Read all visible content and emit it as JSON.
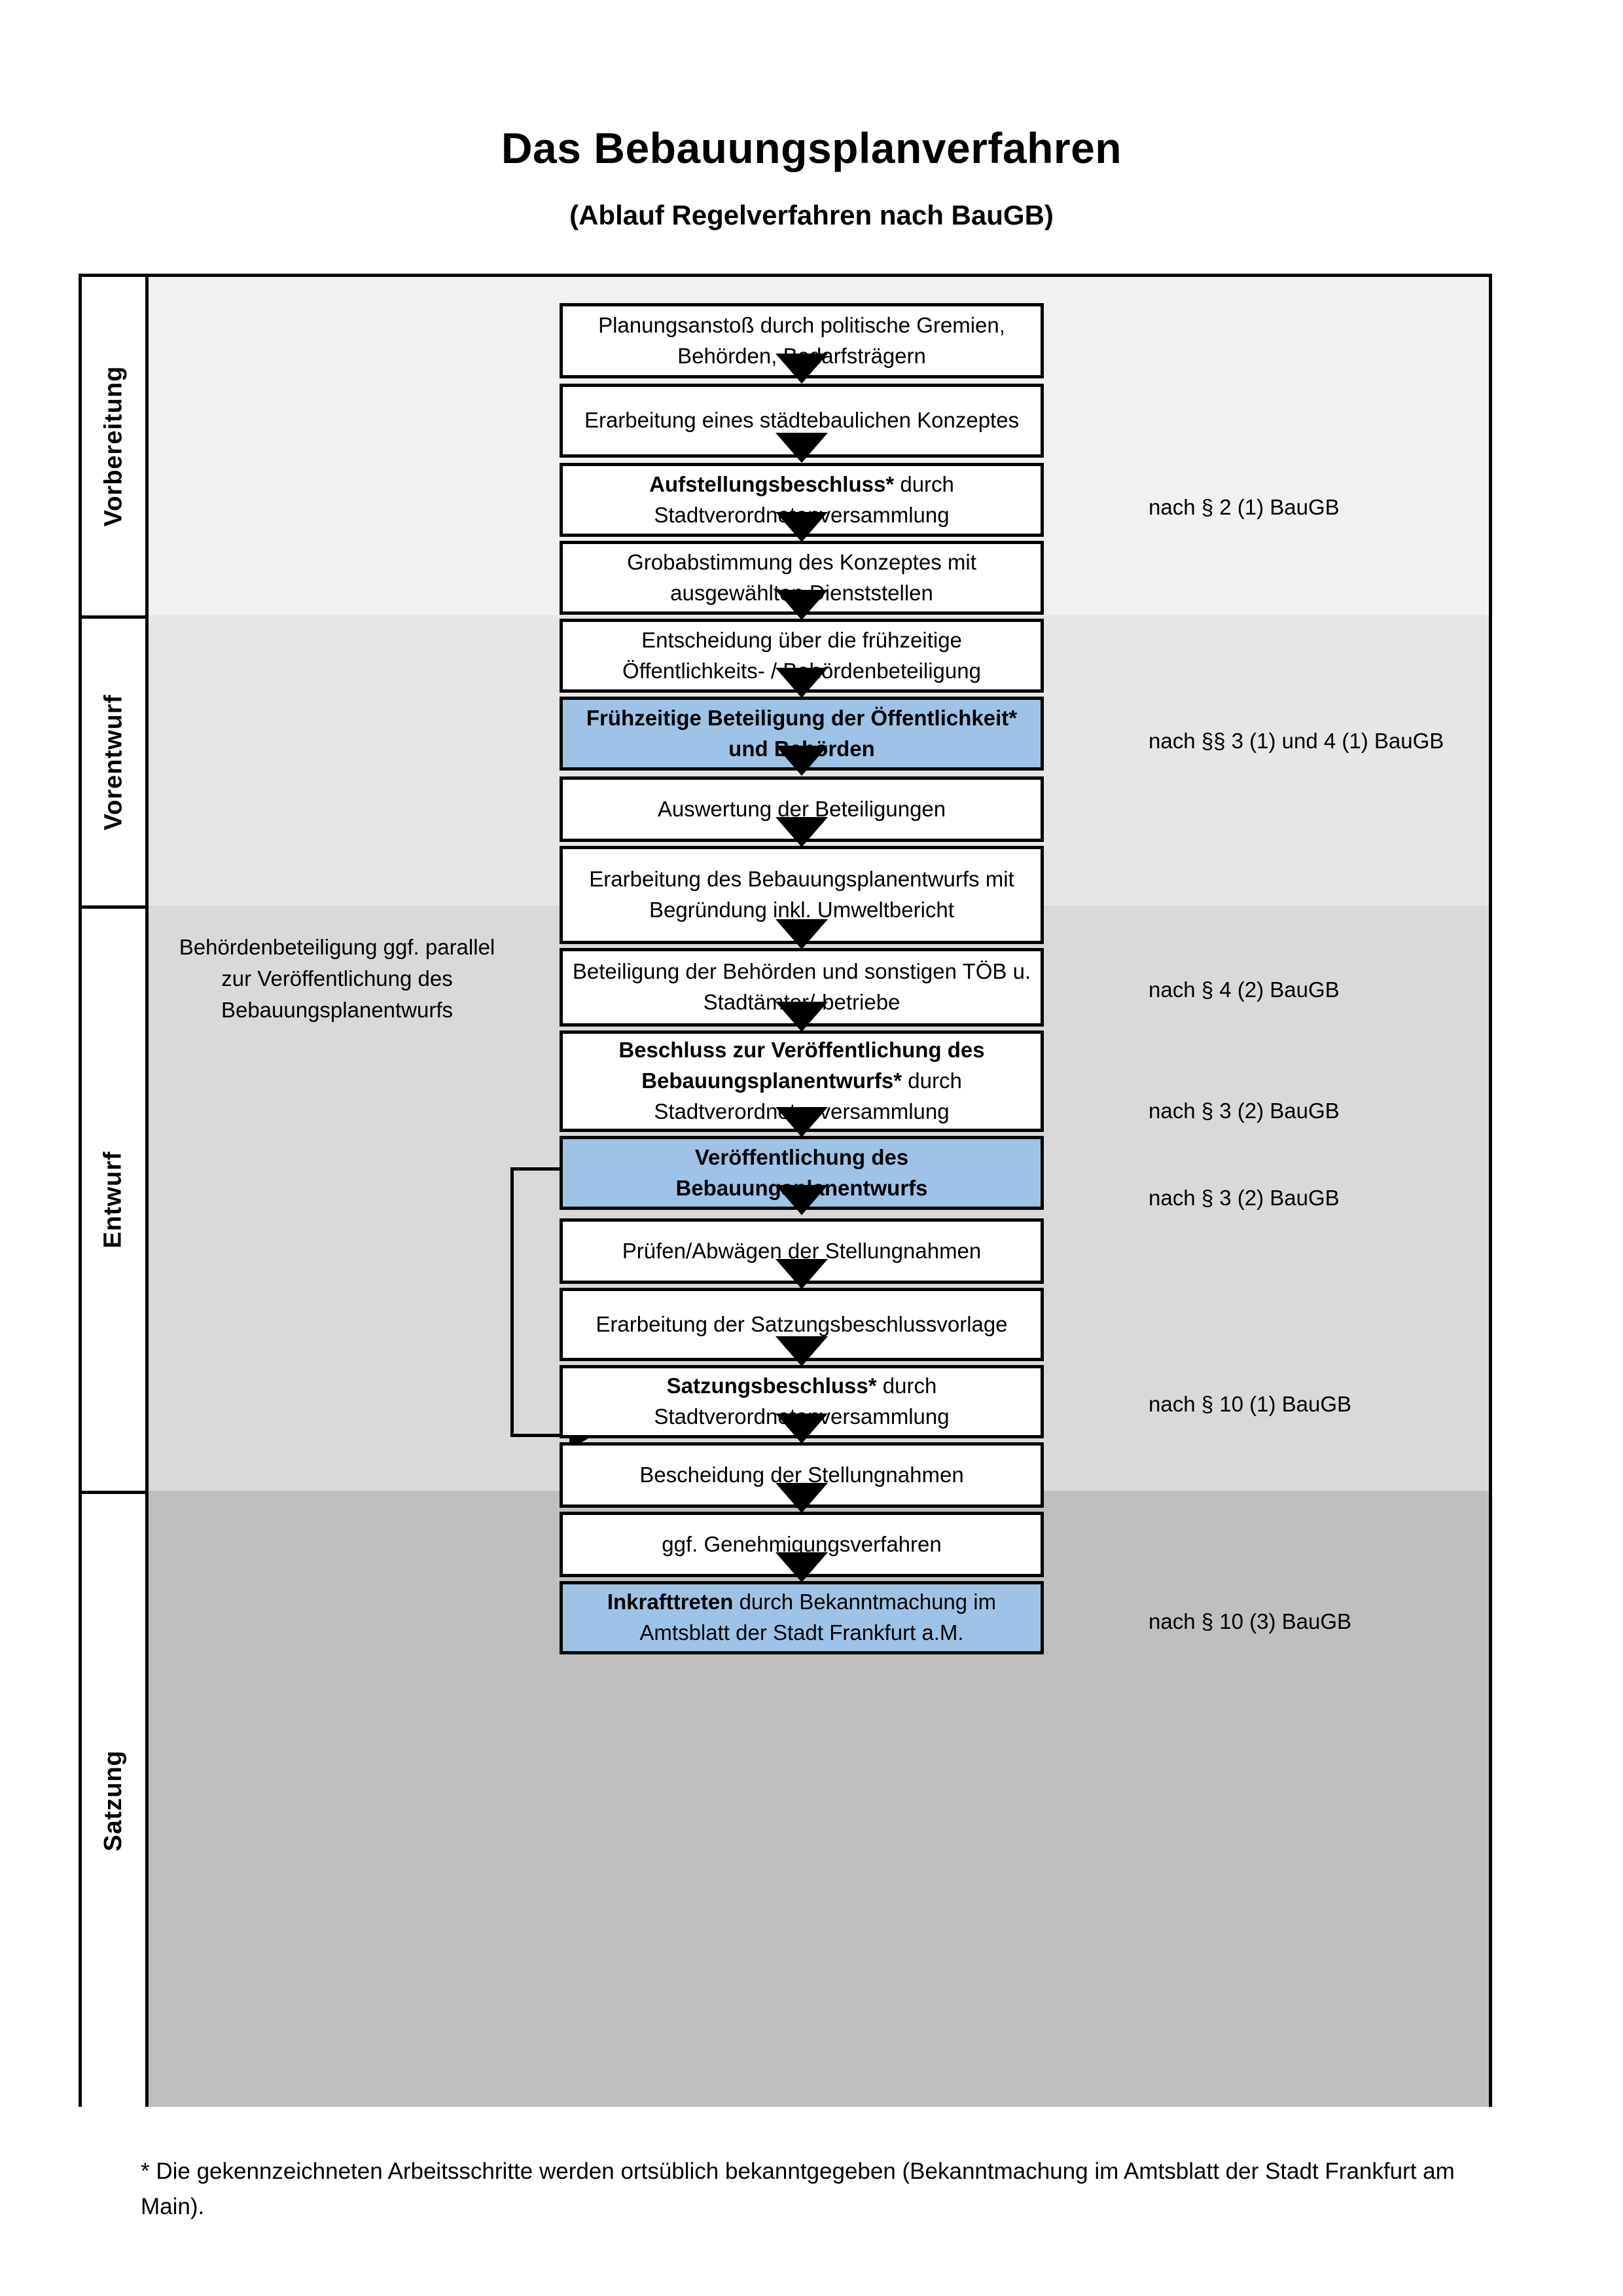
{
  "title": "Das Bebauungsplanverfahren",
  "subtitle": "(Ablauf Regelverfahren nach BauGB)",
  "colors": {
    "highlight_blue": "#9DC3E6",
    "band_1": "#F1F1F1",
    "band_2": "#E6E6E6",
    "band_3": "#D9D9D9",
    "band_4": "#BFBFBF",
    "outline": "#000000"
  },
  "phases": [
    {
      "label": "Vorbereitung"
    },
    {
      "label": "Vorentwurf"
    },
    {
      "label": "Entwurf"
    },
    {
      "label": "Satzung"
    }
  ],
  "steps": [
    {
      "id": "s1",
      "phase": "Vorbereitung",
      "text": "Planungsanstoß durch politische Gremien, Behörden, Bedarfsträgern",
      "bold_prefix": "",
      "highlight": false
    },
    {
      "id": "s2",
      "phase": "Vorbereitung",
      "text": "Erarbeitung eines städtebaulichen Konzeptes",
      "bold_prefix": "",
      "highlight": false
    },
    {
      "id": "s3",
      "phase": "Vorbereitung",
      "text": " durch Stadtverordnetenversammlung",
      "bold_prefix": "Aufstellungsbeschluss*",
      "highlight": false
    },
    {
      "id": "s4",
      "phase": "Vorentwurf",
      "text": "Grobabstimmung des Konzeptes mit ausgewählten Dienststellen",
      "bold_prefix": "",
      "highlight": false
    },
    {
      "id": "s5",
      "phase": "Vorentwurf",
      "text": "Entscheidung über die frühzeitige Öffentlichkeits- / Behördenbeteiligung",
      "bold_prefix": "",
      "highlight": false
    },
    {
      "id": "s6",
      "phase": "Vorentwurf",
      "text": "",
      "bold_prefix": "Frühzeitige Beteiligung der Öffentlichkeit* und Behörden",
      "highlight": true
    },
    {
      "id": "s7",
      "phase": "Entwurf",
      "text": "Auswertung der Beteiligungen",
      "bold_prefix": "",
      "highlight": false
    },
    {
      "id": "s8",
      "phase": "Entwurf",
      "text": "Erarbeitung des Bebauungsplanentwurfs mit Begründung inkl. Umweltbericht",
      "bold_prefix": "",
      "highlight": false
    },
    {
      "id": "s9",
      "phase": "Entwurf",
      "text": "Beteiligung der Behörden und sonstigen TÖB u. Stadtämter/-betriebe",
      "bold_prefix": "",
      "highlight": false
    },
    {
      "id": "s10",
      "phase": "Entwurf",
      "text": " durch Stadtverordnetenversammlung",
      "bold_prefix": "Beschluss zur Veröffentlichung des Bebauungsplanentwurfs*",
      "highlight": false
    },
    {
      "id": "s11",
      "phase": "Entwurf",
      "text": "",
      "bold_prefix": "Veröffentlichung des Bebauungsplanentwurfs",
      "highlight": true
    },
    {
      "id": "s12",
      "phase": "Satzung",
      "text": "Prüfen/Abwägen der Stellungnahmen",
      "bold_prefix": "",
      "highlight": false
    },
    {
      "id": "s13",
      "phase": "Satzung",
      "text": "Erarbeitung der Satzungsbeschlussvorlage",
      "bold_prefix": "",
      "highlight": false
    },
    {
      "id": "s14",
      "phase": "Satzung",
      "text": " durch Stadtverordnetenversammlung",
      "bold_prefix": "Satzungsbeschluss*",
      "highlight": false
    },
    {
      "id": "s15",
      "phase": "Satzung",
      "text": "Bescheidung der Stellungnahmen",
      "bold_prefix": "",
      "highlight": false
    },
    {
      "id": "s16",
      "phase": "Satzung",
      "text": "ggf. Genehmigungsverfahren",
      "bold_prefix": "",
      "highlight": false
    },
    {
      "id": "s17",
      "phase": "Satzung",
      "text": " durch Bekanntmachung im Amtsblatt der Stadt Frankfurt a.M.",
      "bold_prefix": "Inkrafttreten",
      "highlight": true
    }
  ],
  "legal_references": [
    {
      "for_step": "s3",
      "text": "nach § 2 (1) BauGB"
    },
    {
      "for_step": "s6",
      "text": "nach §§ 3 (1) und 4 (1) BauGB"
    },
    {
      "for_step": "s9",
      "text": "nach § 4 (2) BauGB"
    },
    {
      "for_step": "s10",
      "text": "nach § 3 (2) BauGB"
    },
    {
      "for_step": "s11",
      "text": "nach § 3 (2) BauGB"
    },
    {
      "for_step": "s14",
      "text": "nach § 10 (1) BauGB"
    },
    {
      "for_step": "s17",
      "text": "nach § 10 (3) BauGB"
    }
  ],
  "side_note": "Behördenbeteiligung ggf. parallel zur Veröffentlichung des Bebauungsplanentwurfs",
  "footnote": "* Die gekennzeichneten Arbeitsschritte werden ortsüblich bekanntgegeben (Bekanntmachung im Amtsblatt  der Stadt Frankfurt am Main)."
}
